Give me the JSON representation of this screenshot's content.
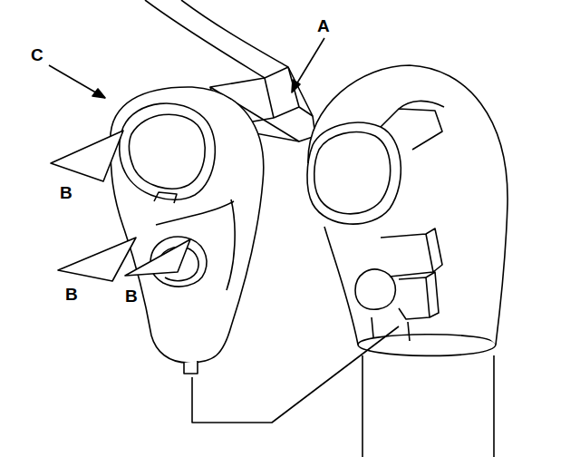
{
  "diagram": {
    "labels": [
      "C",
      "A",
      "B",
      "B",
      "B"
    ]
  }
}
